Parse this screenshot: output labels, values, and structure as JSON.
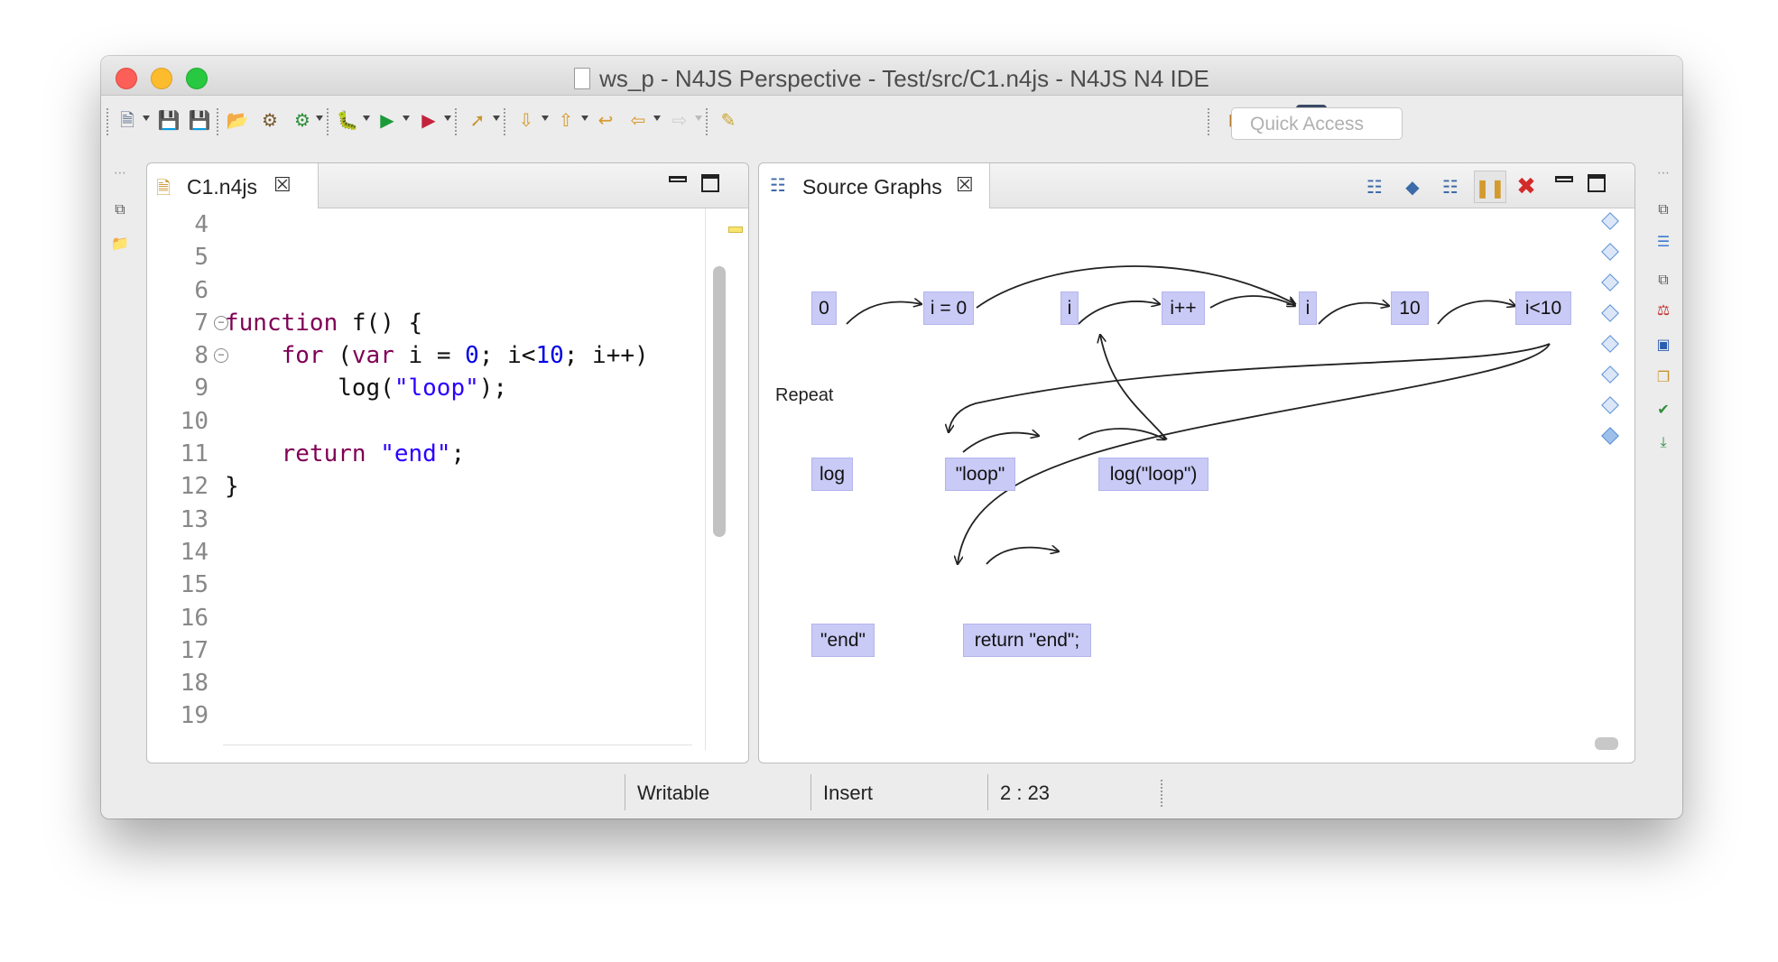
{
  "window": {
    "title": "ws_p - N4JS Perspective - Test/src/C1.n4js - N4JS N4 IDE"
  },
  "toolbar": {
    "quick_access_placeholder": "Quick Access"
  },
  "editor": {
    "tab_label": "C1.n4js",
    "line_numbers": [
      "4",
      "5",
      "6",
      "7",
      "8",
      "9",
      "10",
      "11",
      "12",
      "13",
      "14",
      "15",
      "16",
      "17",
      "18",
      "19"
    ],
    "code_lines": [
      "",
      "",
      "",
      "function f() {",
      "    for (var i = 0; i<10; i++)",
      "        log(\"loop\");",
      "",
      "    return \"end\";",
      "}",
      "",
      "",
      "",
      "",
      "",
      "",
      ""
    ]
  },
  "graph_view": {
    "tab_label": "Source Graphs",
    "region_label": "Repeat",
    "nodes": {
      "n0": "0",
      "n_i_eq_0": "i = 0",
      "n_i_a": "i",
      "n_i_inc": "i++",
      "n_i_b": "i",
      "n_10": "10",
      "n_cond": "i<10",
      "n_log": "log",
      "n_loop_str": "\"loop\"",
      "n_log_call": "log(\"loop\")",
      "n_end_str": "\"end\"",
      "n_return": "return \"end\";"
    }
  },
  "statusbar": {
    "write_mode": "Writable",
    "insert_mode": "Insert",
    "cursor_position": "2 : 23"
  },
  "colors": {
    "keyword": "#7f0055",
    "number": "#0000e6",
    "string": "#2a00ff",
    "node_fill": "#c9caf5"
  }
}
